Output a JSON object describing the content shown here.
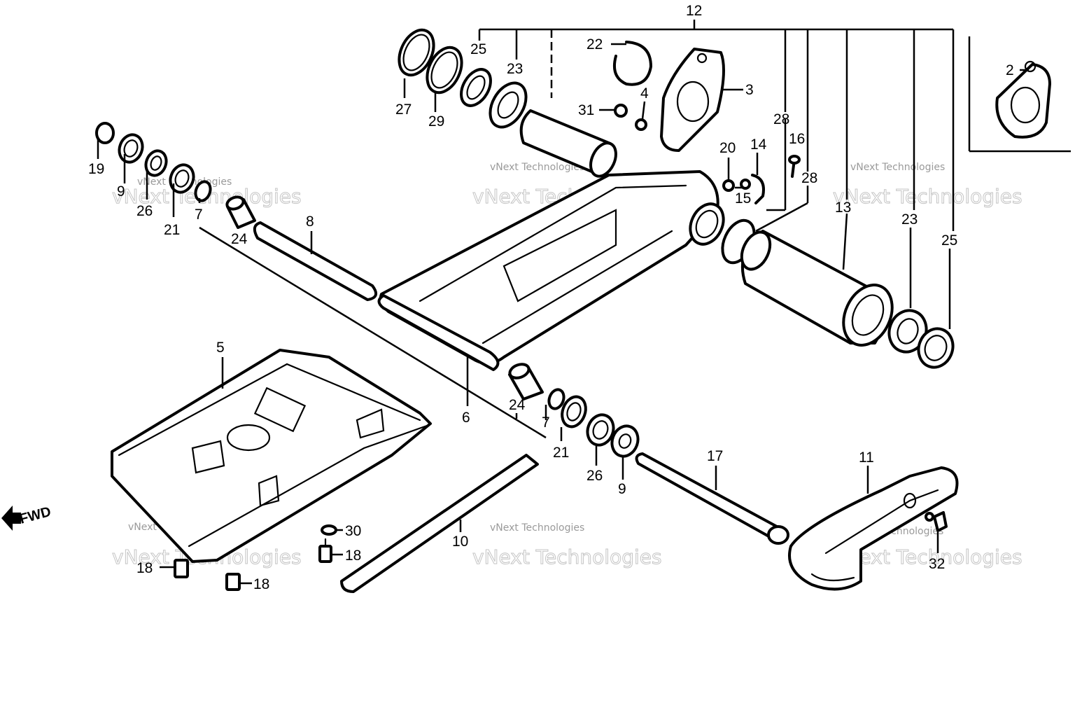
{
  "diagram": {
    "watermark": {
      "line1": "vNext Technologies",
      "line2": "vNext Technologies"
    },
    "direction_label": "FWD",
    "callouts": {
      "c12": "12",
      "c25a": "25",
      "c23a": "23",
      "c27": "27",
      "c29": "29",
      "c22": "22",
      "c31": "31",
      "c4": "4",
      "c3": "3",
      "c2": "2",
      "c19": "19",
      "c9a": "9",
      "c26a": "26",
      "c21a": "21",
      "c7a": "7",
      "c8": "8",
      "c24a": "24",
      "c20": "20",
      "c14": "14",
      "c16": "16",
      "c28a": "28",
      "c28b": "28",
      "c15": "15",
      "c13": "13",
      "c23b": "23",
      "c25b": "25",
      "c5": "5",
      "c6": "6",
      "c24b": "24",
      "c7b": "7",
      "c21b": "21",
      "c26b": "26",
      "c9b": "9",
      "c17": "17",
      "c11": "11",
      "c10": "10",
      "c30": "30",
      "c18a": "18",
      "c18b": "18",
      "c18c": "18",
      "c32": "32"
    }
  }
}
